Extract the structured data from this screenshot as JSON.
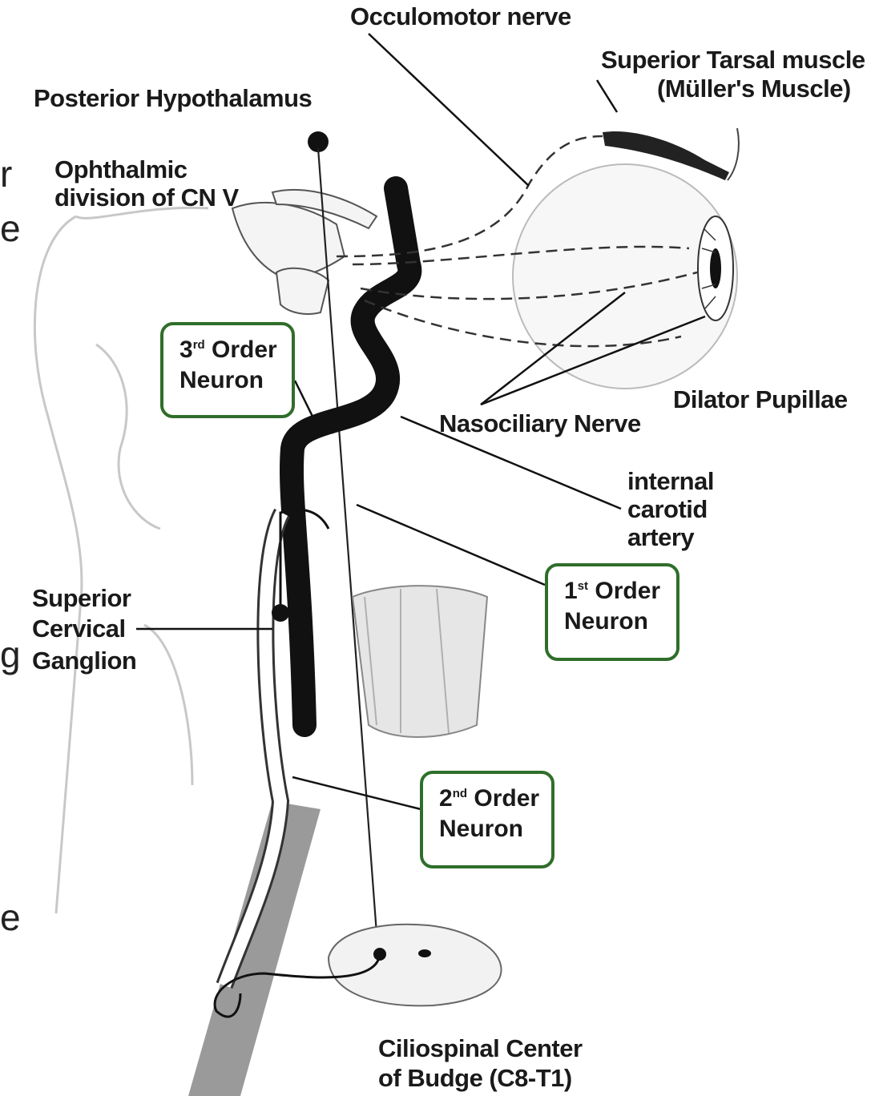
{
  "labels": {
    "occulomotor": "Occulomotor nerve",
    "tarsal_1": "Superior Tarsal muscle",
    "tarsal_2": "(Müller's Muscle)",
    "hypothalamus": "Posterior Hypothalamus",
    "ophthalmic_1": "Ophthalmic",
    "ophthalmic_2": "division of CN V",
    "dilator": "Dilator Pupillae",
    "nasociliary": "Nasociliary Nerve",
    "carotid_1": "internal",
    "carotid_2": "carotid",
    "carotid_3": "artery",
    "scg_1": "Superior",
    "scg_2": "Cervical",
    "scg_3": "Ganglion",
    "budge_1": "Ciliospinal Center",
    "budge_2": "of Budge (C8-T1)"
  },
  "neurons": {
    "third": {
      "num": "3",
      "sup": "rd",
      "word": "Order",
      "line2": "Neuron"
    },
    "first": {
      "num": "1",
      "sup": "st",
      "word": "Order",
      "line2": "Neuron"
    },
    "second": {
      "num": "2",
      "sup": "nd",
      "word": "Order",
      "line2": "Neuron"
    }
  },
  "edge_fragments": {
    "f1": "r",
    "f2": "e",
    "f3": "g",
    "f4": "e"
  },
  "colors": {
    "box_border": "#2f6e2a",
    "ink": "#1a1a1a",
    "artery": "#111111",
    "sketch": "#bdbdbd"
  }
}
